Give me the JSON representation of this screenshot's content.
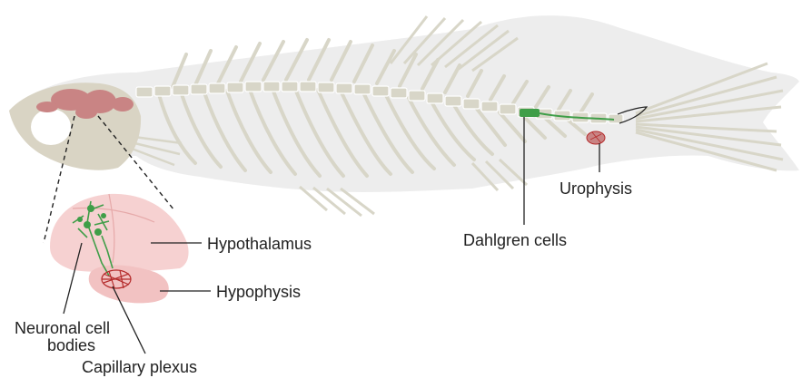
{
  "labels": {
    "hypothalamus": "Hypothalamus",
    "hypophysis": "Hypophysis",
    "neuronal_line1": "Neuronal cell",
    "neuronal_line2": "bodies",
    "capillary": "Capillary plexus",
    "dahlgren": "Dahlgren cells",
    "urophysis": "Urophysis"
  },
  "colors": {
    "body": "#ededed",
    "skeleton": "#d8d6c8",
    "skull": "#d9d4c4",
    "brain": "#c98484",
    "pink_region": "#f4c9c9",
    "neuron": "#3f9e48",
    "capillary": "#b52b2b",
    "text": "#222222"
  }
}
